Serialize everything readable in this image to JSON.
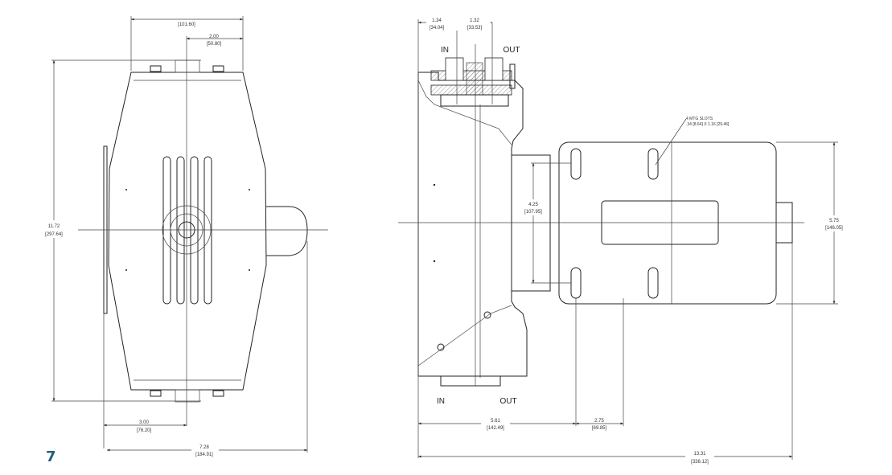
{
  "front_view": {
    "dims": {
      "top_width": {
        "metric": "[101.60]"
      },
      "offset_top": {
        "inch": "2.00",
        "metric": "[50.80]"
      },
      "height": {
        "inch": "11.72",
        "metric": "[297.64]"
      },
      "offset_bottom": {
        "inch": "3.00",
        "metric": "[76.20]"
      },
      "overall_width": {
        "inch": "7.28",
        "metric": "[184.91]"
      }
    },
    "sheet_mark": "7"
  },
  "side_view": {
    "labels": {
      "in_top": "IN",
      "out_top": "OUT",
      "in_bottom": "IN",
      "out_bottom": "OUT"
    },
    "note": {
      "line1": "4 MTG SLOTS",
      "line2": ".34 [8.64] X 1.16 [29.46]"
    },
    "dims": {
      "port_in": {
        "inch": "1.34",
        "metric": "[34.04]"
      },
      "port_out": {
        "inch": "1.32",
        "metric": "[33.53]"
      },
      "slot_spacing_v": {
        "inch": "4.25",
        "metric": "[107.95]"
      },
      "motor_height": {
        "inch": "5.75",
        "metric": "[146.05]"
      },
      "to_slot": {
        "inch": "5.61",
        "metric": "[142.49]"
      },
      "slot_spacing_h": {
        "inch": "2.75",
        "metric": "[69.85]"
      },
      "overall_length": {
        "inch": "13.31",
        "metric": "[338.12]"
      }
    }
  }
}
